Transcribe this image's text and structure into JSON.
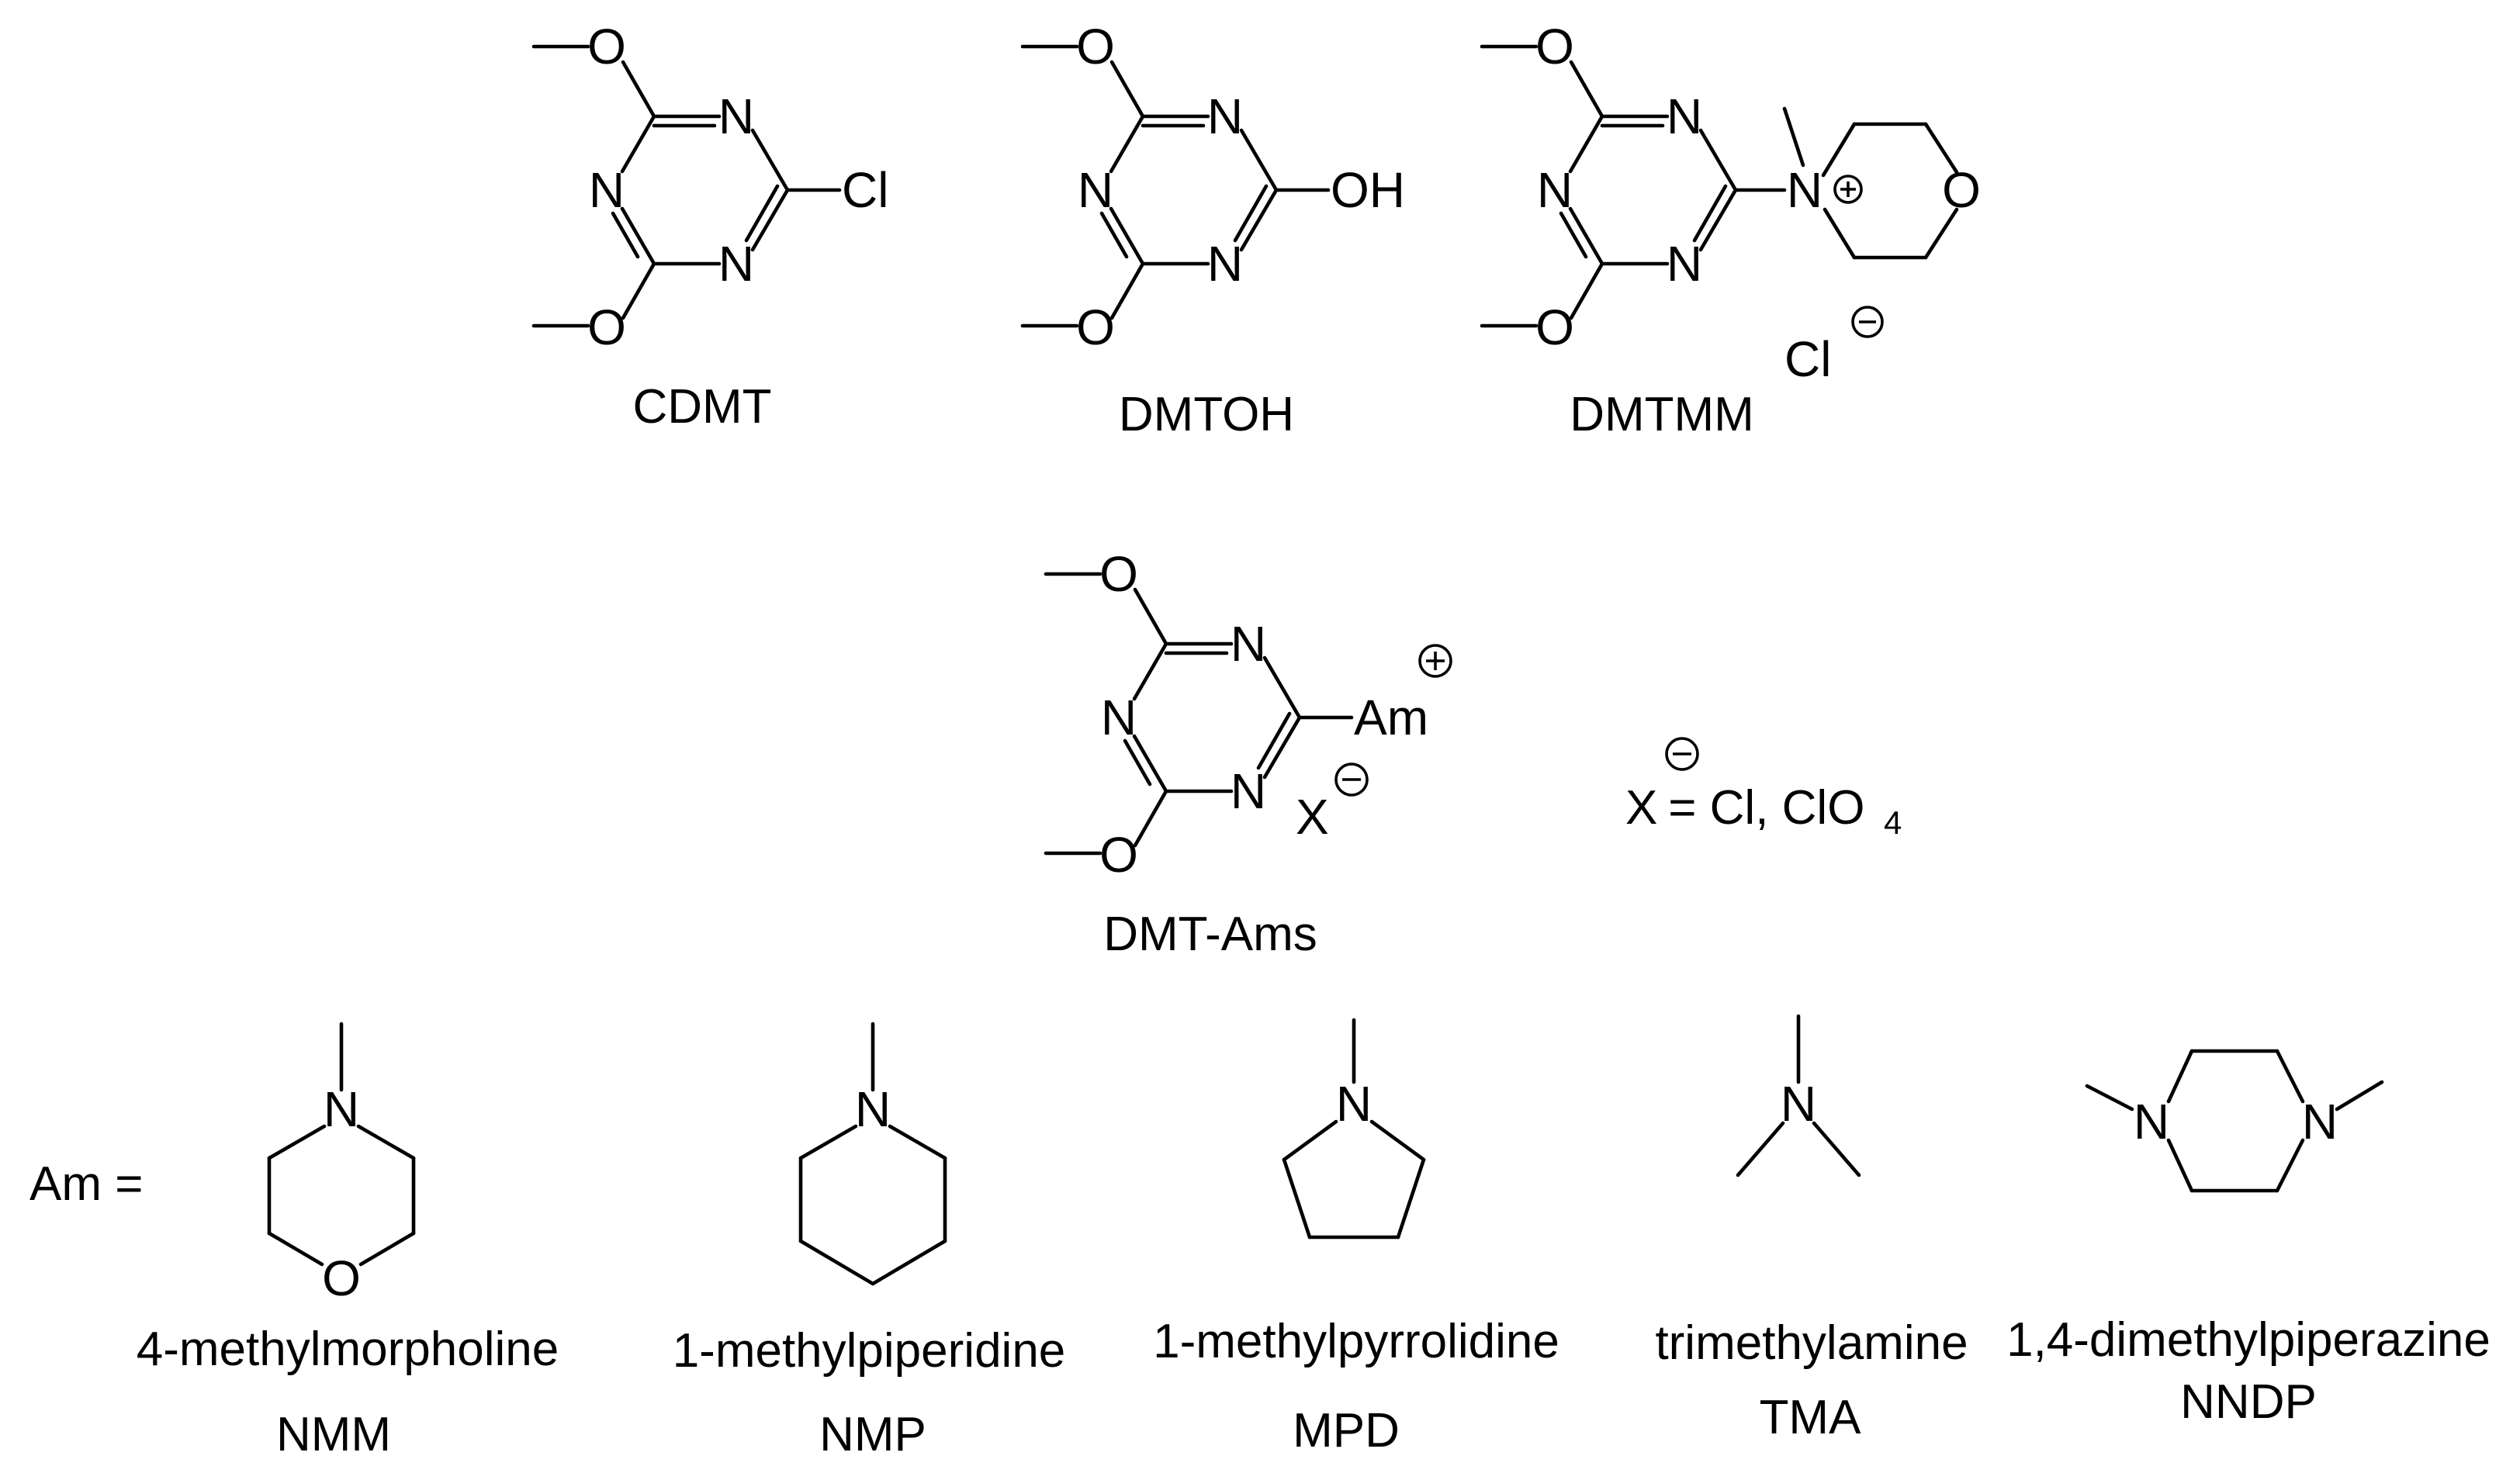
{
  "molecules": {
    "cdmt": {
      "label": "CDMT",
      "substituent": "Cl"
    },
    "dmtoh": {
      "label": "DMTOH",
      "substituent": "OH"
    },
    "dmtmm": {
      "label": "DMTMM",
      "counterion": "Cl"
    },
    "dmt_ams": {
      "label": "DMT-Ams",
      "amine_group": "Am",
      "counterion": "X"
    }
  },
  "atoms": {
    "oxygen": "O",
    "nitrogen": "N"
  },
  "anion_definition": {
    "symbol": "X",
    "equals": " = Cl, ClO",
    "subscript": "4"
  },
  "am_prefix": "Am =",
  "amines": [
    {
      "name": "4-methylmorpholine",
      "abbr": "NMM"
    },
    {
      "name": "1-methylpiperidine",
      "abbr": "NMP"
    },
    {
      "name": "1-methylpyrrolidine",
      "abbr": "MPD"
    },
    {
      "name": "trimethylamine",
      "abbr": "TMA"
    },
    {
      "name": "1,4-dimethylpiperazine",
      "abbr": "NNDP"
    }
  ]
}
